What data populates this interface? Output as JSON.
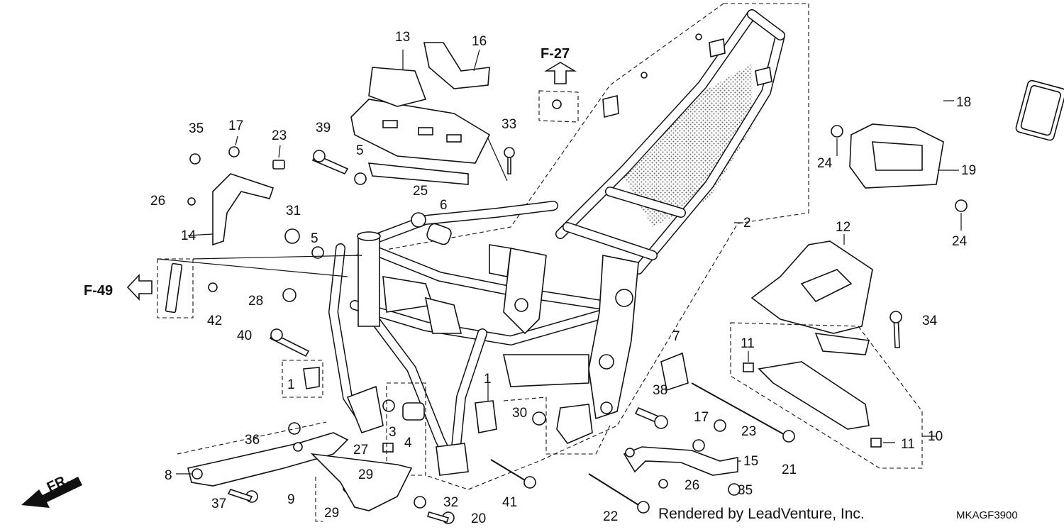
{
  "callouts": [
    "1",
    "1",
    "2",
    "3",
    "4",
    "5",
    "5",
    "6",
    "7",
    "8",
    "9",
    "10",
    "11",
    "11",
    "12",
    "13",
    "14",
    "15",
    "16",
    "17",
    "17",
    "18",
    "19",
    "20",
    "21",
    "22",
    "23",
    "23",
    "24",
    "24",
    "25",
    "26",
    "26",
    "27",
    "28",
    "29",
    "29",
    "30",
    "31",
    "32",
    "33",
    "34",
    "35",
    "35",
    "36",
    "37",
    "38",
    "39",
    "40",
    "41",
    "42"
  ],
  "references": {
    "top": "F-27",
    "left": "F-49"
  },
  "direction_marker": "FR.",
  "footer": {
    "credit": "Rendered by LeadVenture, Inc.",
    "code": "MKAGF3900"
  }
}
